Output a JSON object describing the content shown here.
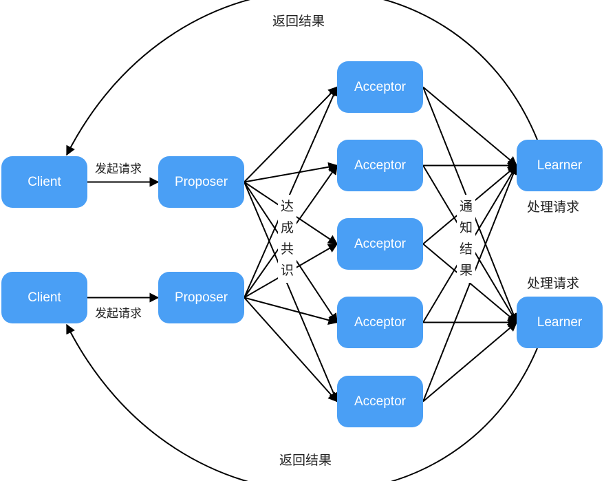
{
  "colors": {
    "node_fill": "#4A9FF5",
    "node_text": "#FFFFFF",
    "edge": "#000000",
    "label_text": "#222222"
  },
  "nodes": {
    "clients": [
      {
        "id": "client-1",
        "label": "Client"
      },
      {
        "id": "client-2",
        "label": "Client"
      }
    ],
    "proposers": [
      {
        "id": "proposer-1",
        "label": "Proposer"
      },
      {
        "id": "proposer-2",
        "label": "Proposer"
      }
    ],
    "acceptors": [
      {
        "id": "acceptor-1",
        "label": "Acceptor"
      },
      {
        "id": "acceptor-2",
        "label": "Acceptor"
      },
      {
        "id": "acceptor-3",
        "label": "Acceptor"
      },
      {
        "id": "acceptor-4",
        "label": "Acceptor"
      },
      {
        "id": "acceptor-5",
        "label": "Acceptor"
      }
    ],
    "learners": [
      {
        "id": "learner-1",
        "label": "Learner"
      },
      {
        "id": "learner-2",
        "label": "Learner"
      }
    ]
  },
  "labels": {
    "send_request_1": "发起请求",
    "send_request_2": "发起请求",
    "reach_consensus": [
      "达",
      "成",
      "共",
      "识"
    ],
    "notify_result": [
      "通",
      "知",
      "结",
      "果"
    ],
    "process_request_1": "处理请求",
    "process_request_2": "处理请求",
    "return_result_top": "返回结果",
    "return_result_bottom": "返回结果"
  },
  "edges": [
    {
      "from": "client-1",
      "to": "proposer-1"
    },
    {
      "from": "client-2",
      "to": "proposer-2"
    },
    {
      "from": "proposer-1",
      "to": "acceptor-1"
    },
    {
      "from": "proposer-1",
      "to": "acceptor-2"
    },
    {
      "from": "proposer-1",
      "to": "acceptor-3"
    },
    {
      "from": "proposer-1",
      "to": "acceptor-4"
    },
    {
      "from": "proposer-1",
      "to": "acceptor-5"
    },
    {
      "from": "proposer-2",
      "to": "acceptor-1"
    },
    {
      "from": "proposer-2",
      "to": "acceptor-2"
    },
    {
      "from": "proposer-2",
      "to": "acceptor-3"
    },
    {
      "from": "proposer-2",
      "to": "acceptor-4"
    },
    {
      "from": "proposer-2",
      "to": "acceptor-5"
    },
    {
      "from": "acceptor-1",
      "to": "learner-1"
    },
    {
      "from": "acceptor-2",
      "to": "learner-1"
    },
    {
      "from": "acceptor-3",
      "to": "learner-1"
    },
    {
      "from": "acceptor-4",
      "to": "learner-1"
    },
    {
      "from": "acceptor-5",
      "to": "learner-1"
    },
    {
      "from": "acceptor-1",
      "to": "learner-2"
    },
    {
      "from": "acceptor-2",
      "to": "learner-2"
    },
    {
      "from": "acceptor-3",
      "to": "learner-2"
    },
    {
      "from": "acceptor-4",
      "to": "learner-2"
    },
    {
      "from": "acceptor-5",
      "to": "learner-2"
    },
    {
      "from": "learner-1",
      "to": "client-1",
      "curved": true
    },
    {
      "from": "learner-2",
      "to": "client-2",
      "curved": true
    }
  ]
}
